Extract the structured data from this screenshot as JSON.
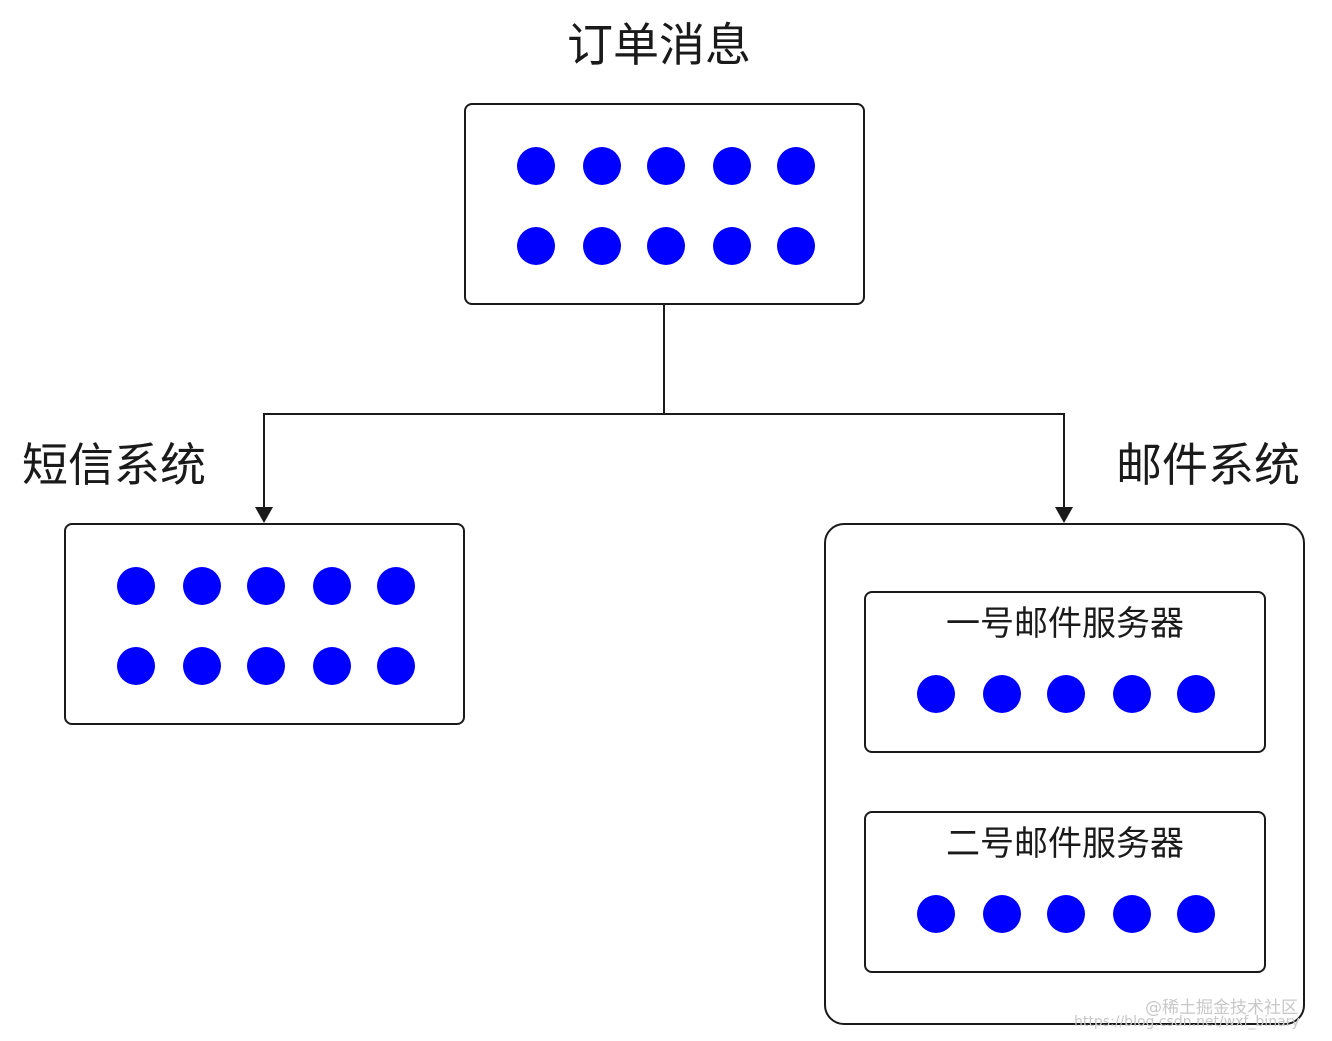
{
  "colors": {
    "dot": "#0000ff",
    "stroke": "#1a1a1a",
    "background": "#ffffff"
  },
  "order": {
    "title": "订单消息",
    "dots": [
      [
        1,
        1,
        1,
        1,
        1
      ],
      [
        1,
        1,
        1,
        1,
        1
      ]
    ]
  },
  "sms": {
    "title": "短信系统",
    "dots": [
      [
        1,
        1,
        1,
        1,
        1
      ],
      [
        1,
        1,
        1,
        1,
        1
      ]
    ]
  },
  "mail": {
    "title": "邮件系统",
    "servers": [
      {
        "title": "一号邮件服务器",
        "dots": [
          1,
          1,
          1,
          1,
          1
        ]
      },
      {
        "title": "二号邮件服务器",
        "dots": [
          1,
          1,
          1,
          1,
          1
        ]
      }
    ]
  },
  "watermark": {
    "line1": "@稀土掘金技术社区",
    "line2": "https://blog.csdn.net/wxf_binary"
  }
}
